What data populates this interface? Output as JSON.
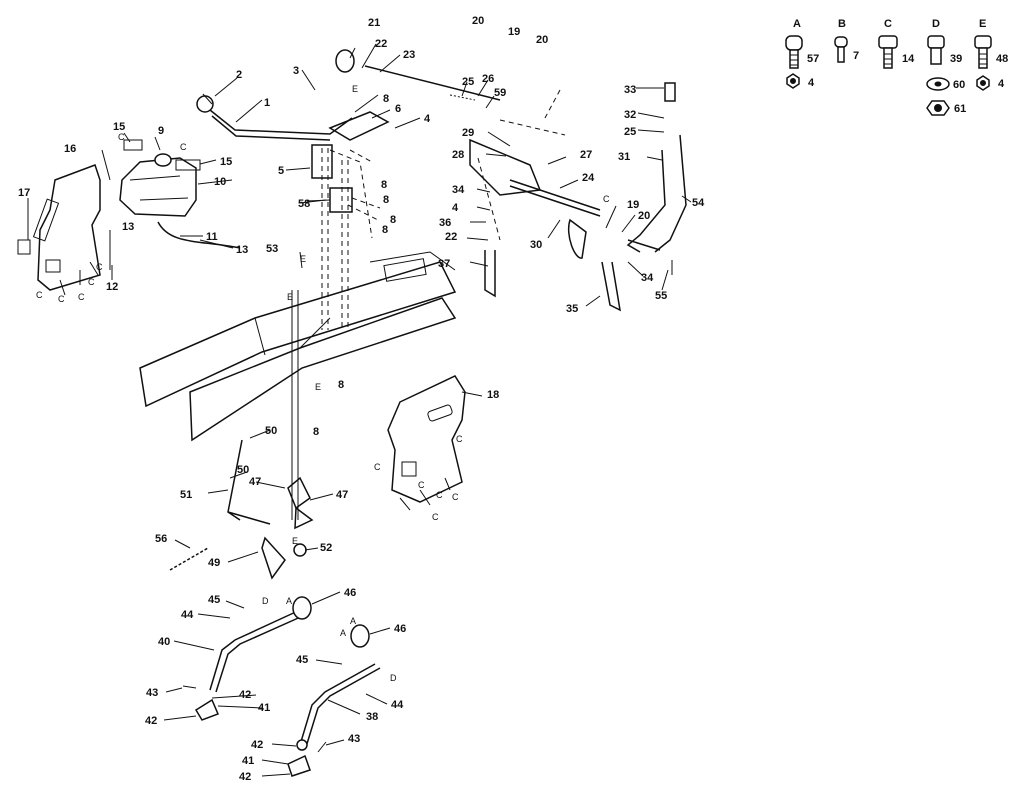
{
  "hardware_key": [
    {
      "letter": "A",
      "part": "57",
      "nut": "4"
    },
    {
      "letter": "B",
      "part": "7"
    },
    {
      "letter": "C",
      "part": "14"
    },
    {
      "letter": "D",
      "part": "39",
      "washer": "60",
      "nut": "61"
    },
    {
      "letter": "E",
      "part": "48",
      "nut": "4"
    }
  ],
  "callouts": [
    "1",
    "2",
    "3",
    "4",
    "5",
    "6",
    "8",
    "9",
    "10",
    "11",
    "12",
    "13",
    "13",
    "15",
    "15",
    "16",
    "17",
    "18",
    "19",
    "19",
    "20",
    "20",
    "20",
    "21",
    "22",
    "22",
    "23",
    "24",
    "25",
    "25",
    "26",
    "27",
    "28",
    "29",
    "30",
    "31",
    "32",
    "33",
    "34",
    "34",
    "35",
    "36",
    "37",
    "38",
    "40",
    "41",
    "41",
    "42",
    "42",
    "42",
    "42",
    "43",
    "43",
    "44",
    "44",
    "45",
    "45",
    "46",
    "46",
    "47",
    "47",
    "49",
    "50",
    "50",
    "51",
    "52",
    "53",
    "54",
    "55",
    "56",
    "58",
    "59",
    "4",
    "8",
    "8",
    "8",
    "8",
    "8",
    "8"
  ],
  "letters": [
    "C",
    "C",
    "C",
    "C",
    "C",
    "C",
    "C",
    "C",
    "C",
    "C",
    "C",
    "C",
    "E",
    "E",
    "E",
    "E",
    "E",
    "C",
    "C",
    "A",
    "A",
    "A",
    "D",
    "D"
  ]
}
